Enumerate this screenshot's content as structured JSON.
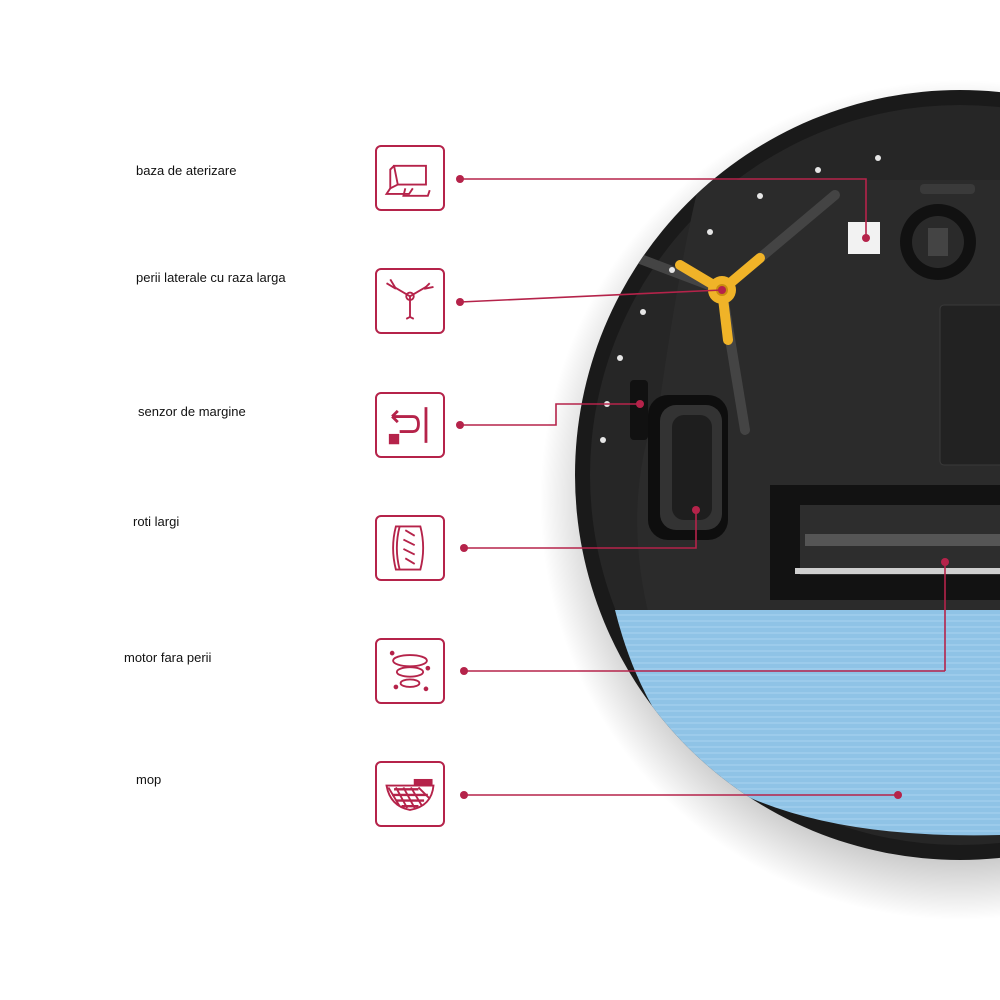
{
  "accent_color": "#b5234a",
  "mop_color": "#8fc3e6",
  "robot_body_color": "#1c1c1c",
  "features": [
    {
      "label": "baza de aterizare",
      "icon": "docking-base-icon"
    },
    {
      "label": "perii laterale cu raza larga",
      "icon": "side-brush-icon"
    },
    {
      "label": "senzor de margine",
      "icon": "edge-sensor-icon"
    },
    {
      "label": "roti largi",
      "icon": "wide-wheel-icon"
    },
    {
      "label": "motor fara perii",
      "icon": "brushless-motor-icon"
    },
    {
      "label": "mop",
      "icon": "mop-icon"
    }
  ]
}
